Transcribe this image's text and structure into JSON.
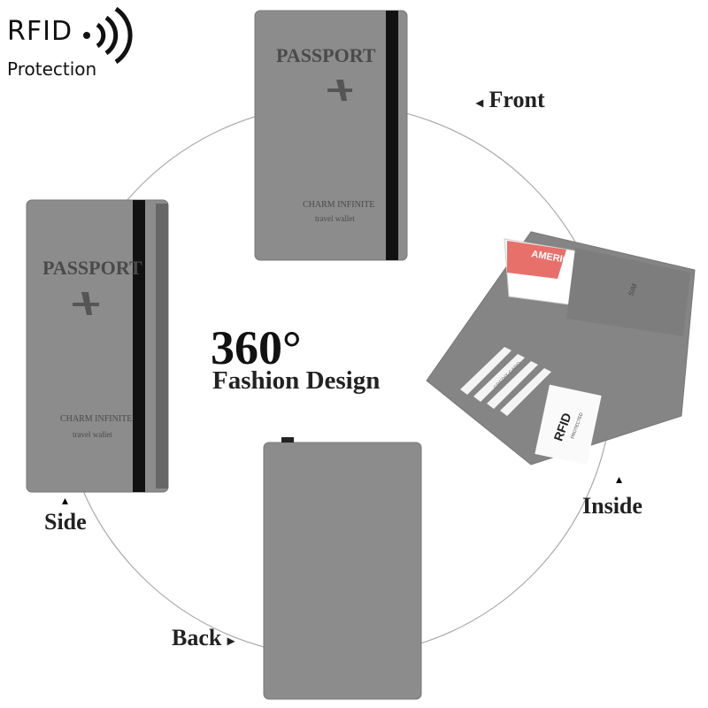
{
  "badge": {
    "title": "RFID",
    "subtitle": "Protection",
    "icon": "rfid-signal-icon"
  },
  "headline": {
    "angle": "360°",
    "subtitle": "Fashion Design"
  },
  "views": {
    "front": {
      "label": "Front",
      "arrow": "◂"
    },
    "side": {
      "label": "Side",
      "arrow": "▴"
    },
    "back": {
      "label": "Back",
      "arrow": "▸"
    },
    "inside": {
      "label": "Inside",
      "arrow": "▴"
    }
  },
  "product": {
    "cover_title": "PASSPORT",
    "brand": "CHARM INFINITE",
    "tagline": "travel wallet",
    "ticket_text": "AMERIC AIRLIN",
    "card_label": "CREDIT CARD",
    "rfid_card": "RFID",
    "rfid_card_sub": "PROTECTED",
    "sim_label": "SIM"
  },
  "colors": {
    "leather": "#8a8a8a",
    "strap": "#111111",
    "ticket": "#e8706a",
    "text": "#222222"
  }
}
